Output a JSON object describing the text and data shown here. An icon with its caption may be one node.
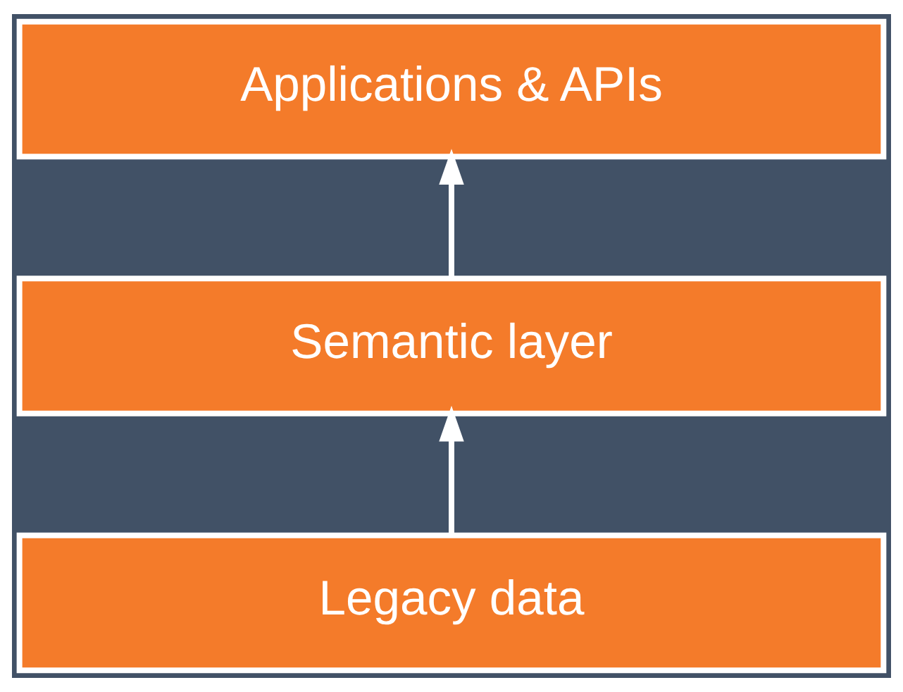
{
  "diagram": {
    "nodes": [
      {
        "text": [
          "Applications & APIs"
        ]
      },
      {
        "text": [
          "Semantic layer"
        ]
      },
      {
        "text": [
          "Legacy data"
        ]
      }
    ],
    "edges": [
      {
        "from": 2,
        "to": 1,
        "arrow": "to"
      },
      {
        "from": 1,
        "to": 0,
        "arrow": "to"
      }
    ]
  }
}
